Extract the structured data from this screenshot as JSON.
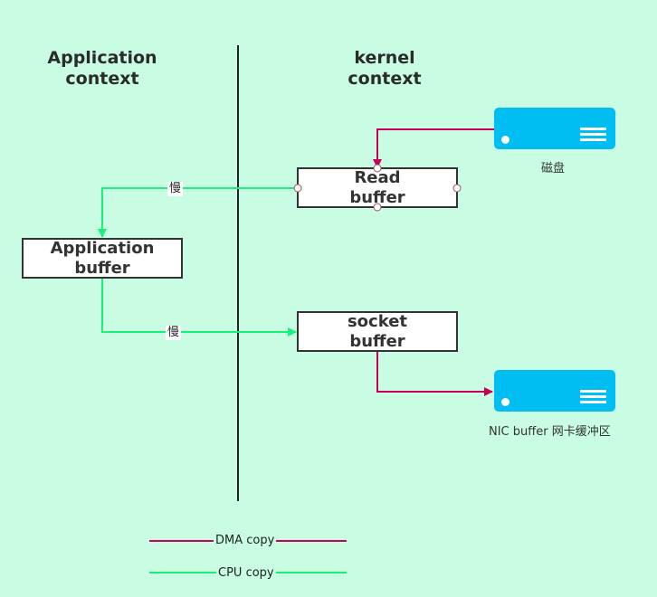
{
  "headings": {
    "application": [
      "Application",
      "context"
    ],
    "kernel": [
      "kernel",
      "context"
    ]
  },
  "boxes": {
    "read_buffer": [
      "Read",
      "buffer"
    ],
    "application_buffer": [
      "Application",
      "buffer"
    ],
    "socket_buffer": [
      "socket",
      "buffer"
    ]
  },
  "devices": {
    "disk_label": "磁盘",
    "nic_label": "NIC buffer 网卡缓冲区"
  },
  "edges": {
    "read_to_app_label": "慢",
    "app_to_socket_label": "慢"
  },
  "legend": {
    "dma_label": "DMA copy",
    "cpu_label": "CPU copy"
  },
  "colors": {
    "background": "#c9fde3",
    "dma": "#c8005a",
    "cpu": "#19f07a",
    "device": "#00bef2"
  }
}
